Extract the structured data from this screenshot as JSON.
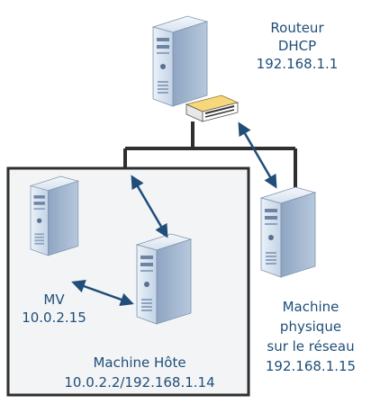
{
  "router": {
    "line1": "Routeur",
    "line2": "DHCP",
    "ip": "192.168.1.1"
  },
  "vm": {
    "name": "MV",
    "ip": "10.0.2.15"
  },
  "host": {
    "name": "Machine Hôte",
    "ip": "10.0.2.2/192.168.1.14"
  },
  "physical": {
    "line1": "Machine",
    "line2": "physique",
    "line3": "sur le réseau",
    "ip": "192.168.1.15"
  },
  "colors": {
    "label": "#1f4e79",
    "line": "#2f2f2f",
    "arrow": "#1f4e79",
    "server_light": "#dde7f3",
    "server_dark": "#9fb3cc"
  }
}
